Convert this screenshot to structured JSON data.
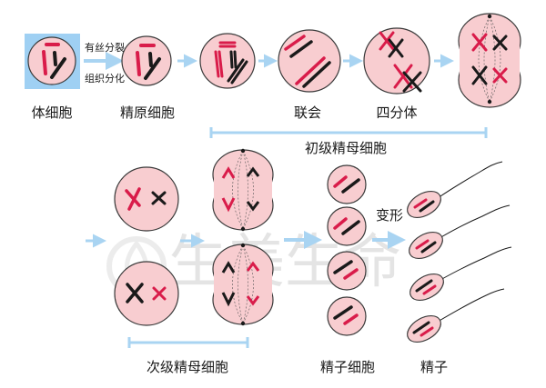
{
  "watermark": "生美生命",
  "colors": {
    "cell_fill": "#f8cdd0",
    "cell_stroke": "#3a3a3a",
    "highlight_box": "#9fd0f3",
    "arrow": "#a9d4f2",
    "chrom_red": "#d91c4a",
    "chrom_black": "#1a1a1a"
  },
  "arrows": {
    "upper": "有丝分裂",
    "lower": "组织分化"
  },
  "stages": {
    "somatic": "体细胞",
    "spermatogonium": "精原细胞",
    "synapsis": "联会",
    "tetrad": "四分体",
    "primary": "初级精母细胞",
    "secondary": "次级精母细胞",
    "spermatid": "精子细胞",
    "transform": "变形",
    "sperm": "精子"
  }
}
